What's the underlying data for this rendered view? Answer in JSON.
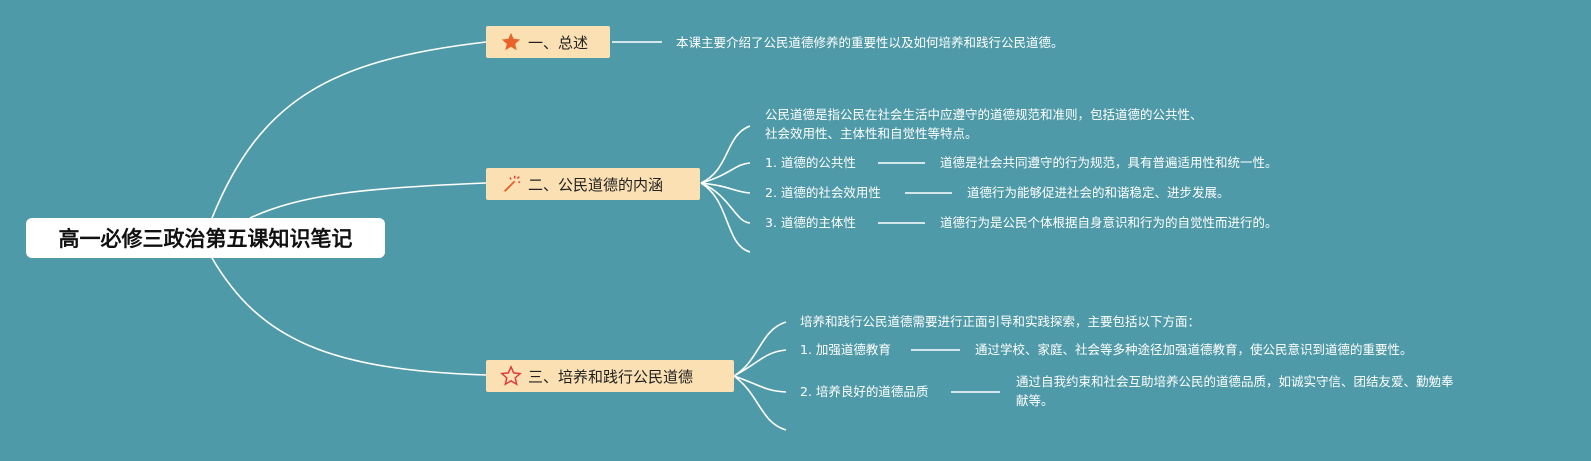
{
  "root": {
    "title": "高一必修三政治第五课知识笔记"
  },
  "branches": [
    {
      "label": "一、总述",
      "icon": "star-filled-icon",
      "summary": "本课主要介绍了公民道德修养的重要性以及如何培养和践行公民道德。"
    },
    {
      "label": "二、公民道德的内涵",
      "icon": "sparkle-wand-icon",
      "intro_line1": "公民道德是指公民在社会生活中应遵守的道德规范和准则，包括道德的公共性、",
      "intro_line2": "社会效用性、主体性和自觉性等特点。",
      "items": [
        {
          "label": "1. 道德的公共性",
          "detail": "道德是社会共同遵守的行为规范，具有普遍适用性和统一性。"
        },
        {
          "label": "2. 道德的社会效用性",
          "detail": "道德行为能够促进社会的和谐稳定、进步发展。"
        },
        {
          "label": "3. 道德的主体性",
          "detail": "道德行为是公民个体根据自身意识和行为的自觉性而进行的。"
        }
      ]
    },
    {
      "label": "三、培养和践行公民道德",
      "icon": "star-outline-icon",
      "intro": "培养和践行公民道德需要进行正面引导和实践探索，主要包括以下方面：",
      "items": [
        {
          "label": "1. 加强道德教育",
          "detail": "通过学校、家庭、社会等多种途径加强道德教育，使公民意识到道德的重要性。"
        },
        {
          "label": "2. 培养良好的道德品质",
          "detail_line1": "通过自我约束和社会互助培养公民的道德品质，如诚实守信、团结友爱、勤勉奉",
          "detail_line2": "献等。"
        }
      ]
    }
  ],
  "colors": {
    "background": "#4f9aa8",
    "branch_fill": "#fbe0b3",
    "line": "#ffffff",
    "star_accent": "#e8622a"
  }
}
